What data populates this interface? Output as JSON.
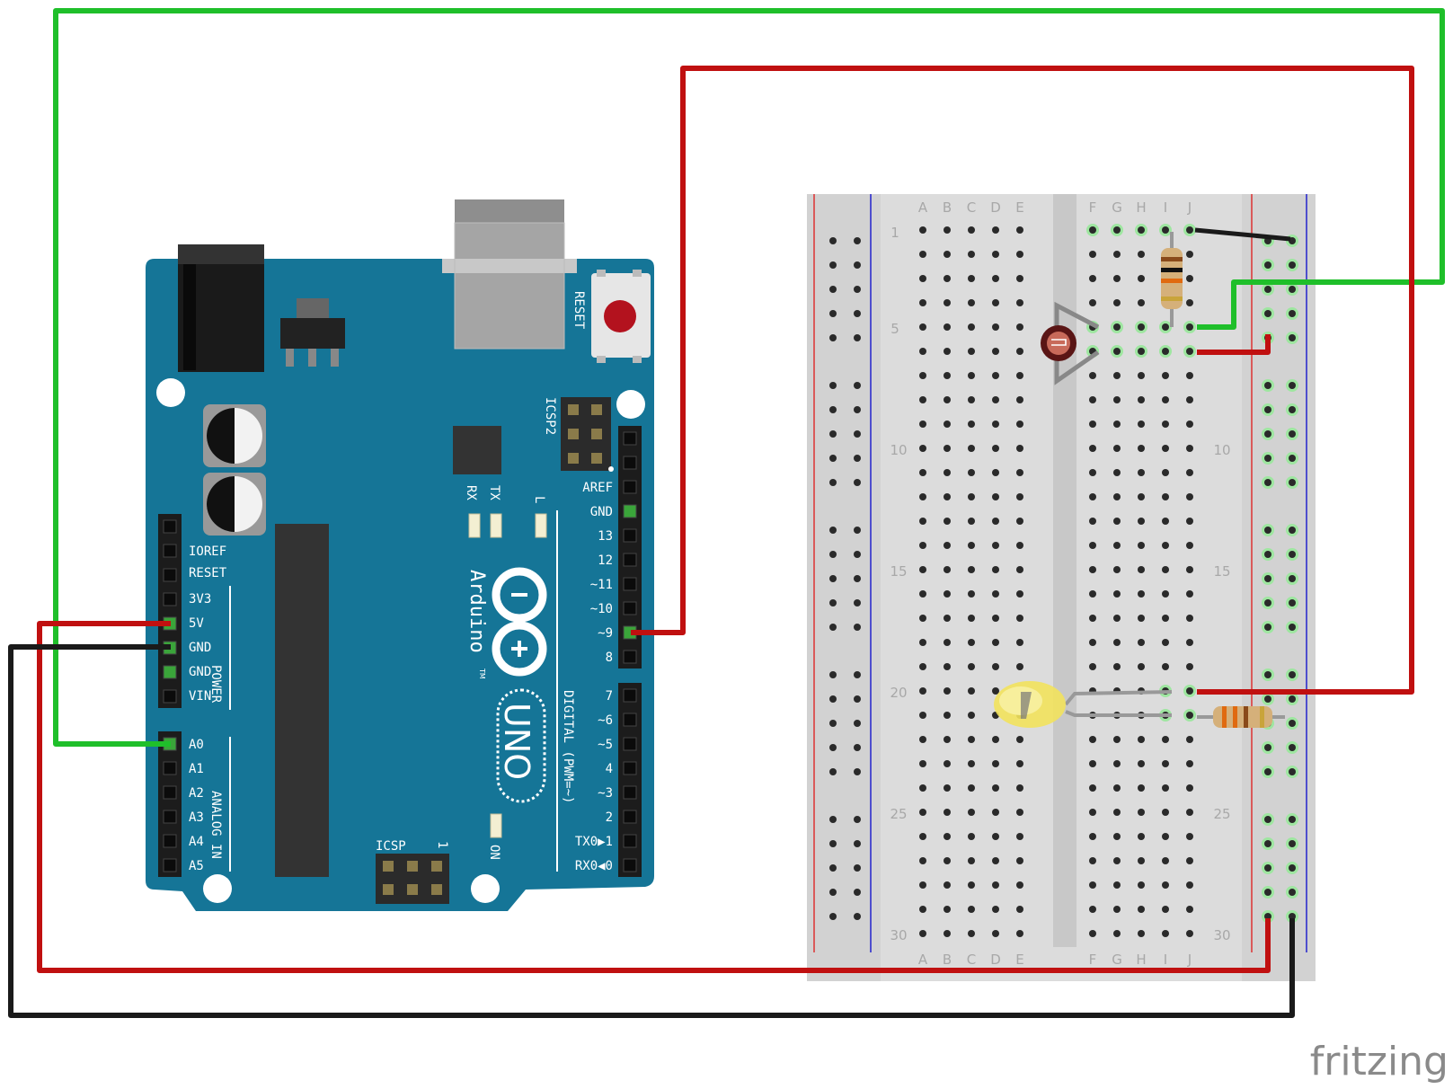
{
  "arduino": {
    "board_name": "Arduino",
    "trademark": "TM",
    "model": "UNO",
    "reset_label": "RESET",
    "icsp_label": "ICSP",
    "icsp_pin1": "1",
    "icsp2_label": "ICSP2",
    "led_rx": "RX",
    "led_tx": "TX",
    "led_l": "L",
    "led_on": "ON",
    "power_group": "POWER",
    "analog_group": "ANALOG IN",
    "digital_group": "DIGITAL (PWM=~)",
    "power_pins": [
      "IOREF",
      "RESET",
      "3V3",
      "5V",
      "GND",
      "GND",
      "VIN"
    ],
    "analog_pins": [
      "A0",
      "A1",
      "A2",
      "A3",
      "A4",
      "A5"
    ],
    "digital_upper": [
      "AREF",
      "GND",
      "13",
      "12",
      "~11",
      "~10",
      "~9",
      "8"
    ],
    "digital_lower": [
      "7",
      "~6",
      "~5",
      "4",
      "~3",
      "2",
      "TX0▶1",
      "RX0◀0"
    ]
  },
  "breadboard": {
    "columns_left": [
      "A",
      "B",
      "C",
      "D",
      "E"
    ],
    "columns_right": [
      "F",
      "G",
      "H",
      "I",
      "J"
    ],
    "row_labels": [
      "1",
      "5",
      "10",
      "15",
      "20",
      "25",
      "30"
    ]
  },
  "wires": {
    "colors": {
      "power": "#c01010",
      "ground": "#1a1a1a",
      "signal": "#1fbf2a"
    }
  },
  "brand": "fritzing"
}
